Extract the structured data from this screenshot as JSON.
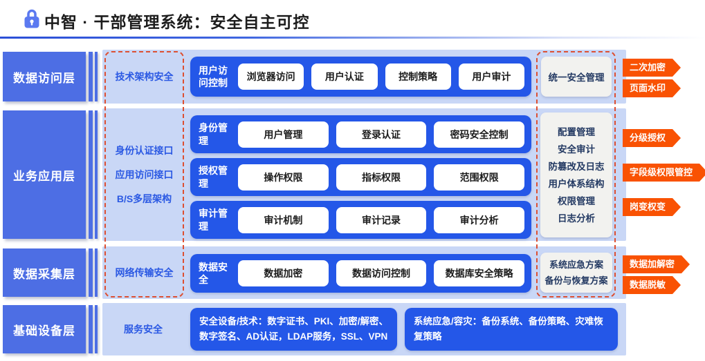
{
  "header": {
    "title": "中智 · 干部管理系统：安全自主可控"
  },
  "layers": [
    "数据访问层",
    "业务应用层",
    "数据采集层",
    "基础设备层"
  ],
  "tech_column": {
    "row1": "技术架构安全",
    "row2_lines": [
      "身份认证接口",
      "应用访问接口",
      "B/S多层架构"
    ],
    "row3": "网络传输安全",
    "row4": "服务安全"
  },
  "groups": {
    "access": {
      "label": "用户访问控制",
      "pills": [
        "浏览器访问",
        "用户认证",
        "控制策略",
        "用户审计"
      ]
    },
    "identity": {
      "label": "身份管理",
      "pills": [
        "用户管理",
        "登录认证",
        "密码安全控制"
      ]
    },
    "authorization": {
      "label": "授权管理",
      "pills": [
        "操作权限",
        "指标权限",
        "范围权限"
      ]
    },
    "audit": {
      "label": "审计管理",
      "pills": [
        "审计机制",
        "审计记录",
        "审计分析"
      ]
    },
    "data_security": {
      "label": "数据安全",
      "pills": [
        "数据加密",
        "数据访问控制",
        "数据库安全策略"
      ]
    }
  },
  "bottom_boxes": [
    "安全设备/技术：数字证书、PKI、加密/解密、数字签名、AD认证，LDAP服务，SSL、VPN",
    "系统应急/容灾：备份系统、备份策略、灾难恢复策略"
  ],
  "unified_panel": {
    "title": "统一安全管理",
    "items": [
      "配置管理",
      "安全审计",
      "防篡改及日志",
      "用户体系结构",
      "权限管理",
      "日志分析"
    ],
    "recovery_lines": [
      "系统应急方案",
      "备份与恢复方案"
    ]
  },
  "badges": {
    "row1": [
      "二次加密",
      "页面水印"
    ],
    "row2": [
      "分级授权",
      "字段级权限管控",
      "岗变权变"
    ],
    "row3": [
      "数据加解密",
      "数据脱敏"
    ]
  },
  "colors": {
    "accent_blue": "#2457e8",
    "layer_blue": "#4d6ee4",
    "band_blue": "#c9d7f6",
    "badge_orange": "#f95203",
    "dashed_red": "#dd4f31",
    "text_navy": "#243a63",
    "link_blue": "#2b59e3",
    "panel_light": "#f2f2ef"
  }
}
